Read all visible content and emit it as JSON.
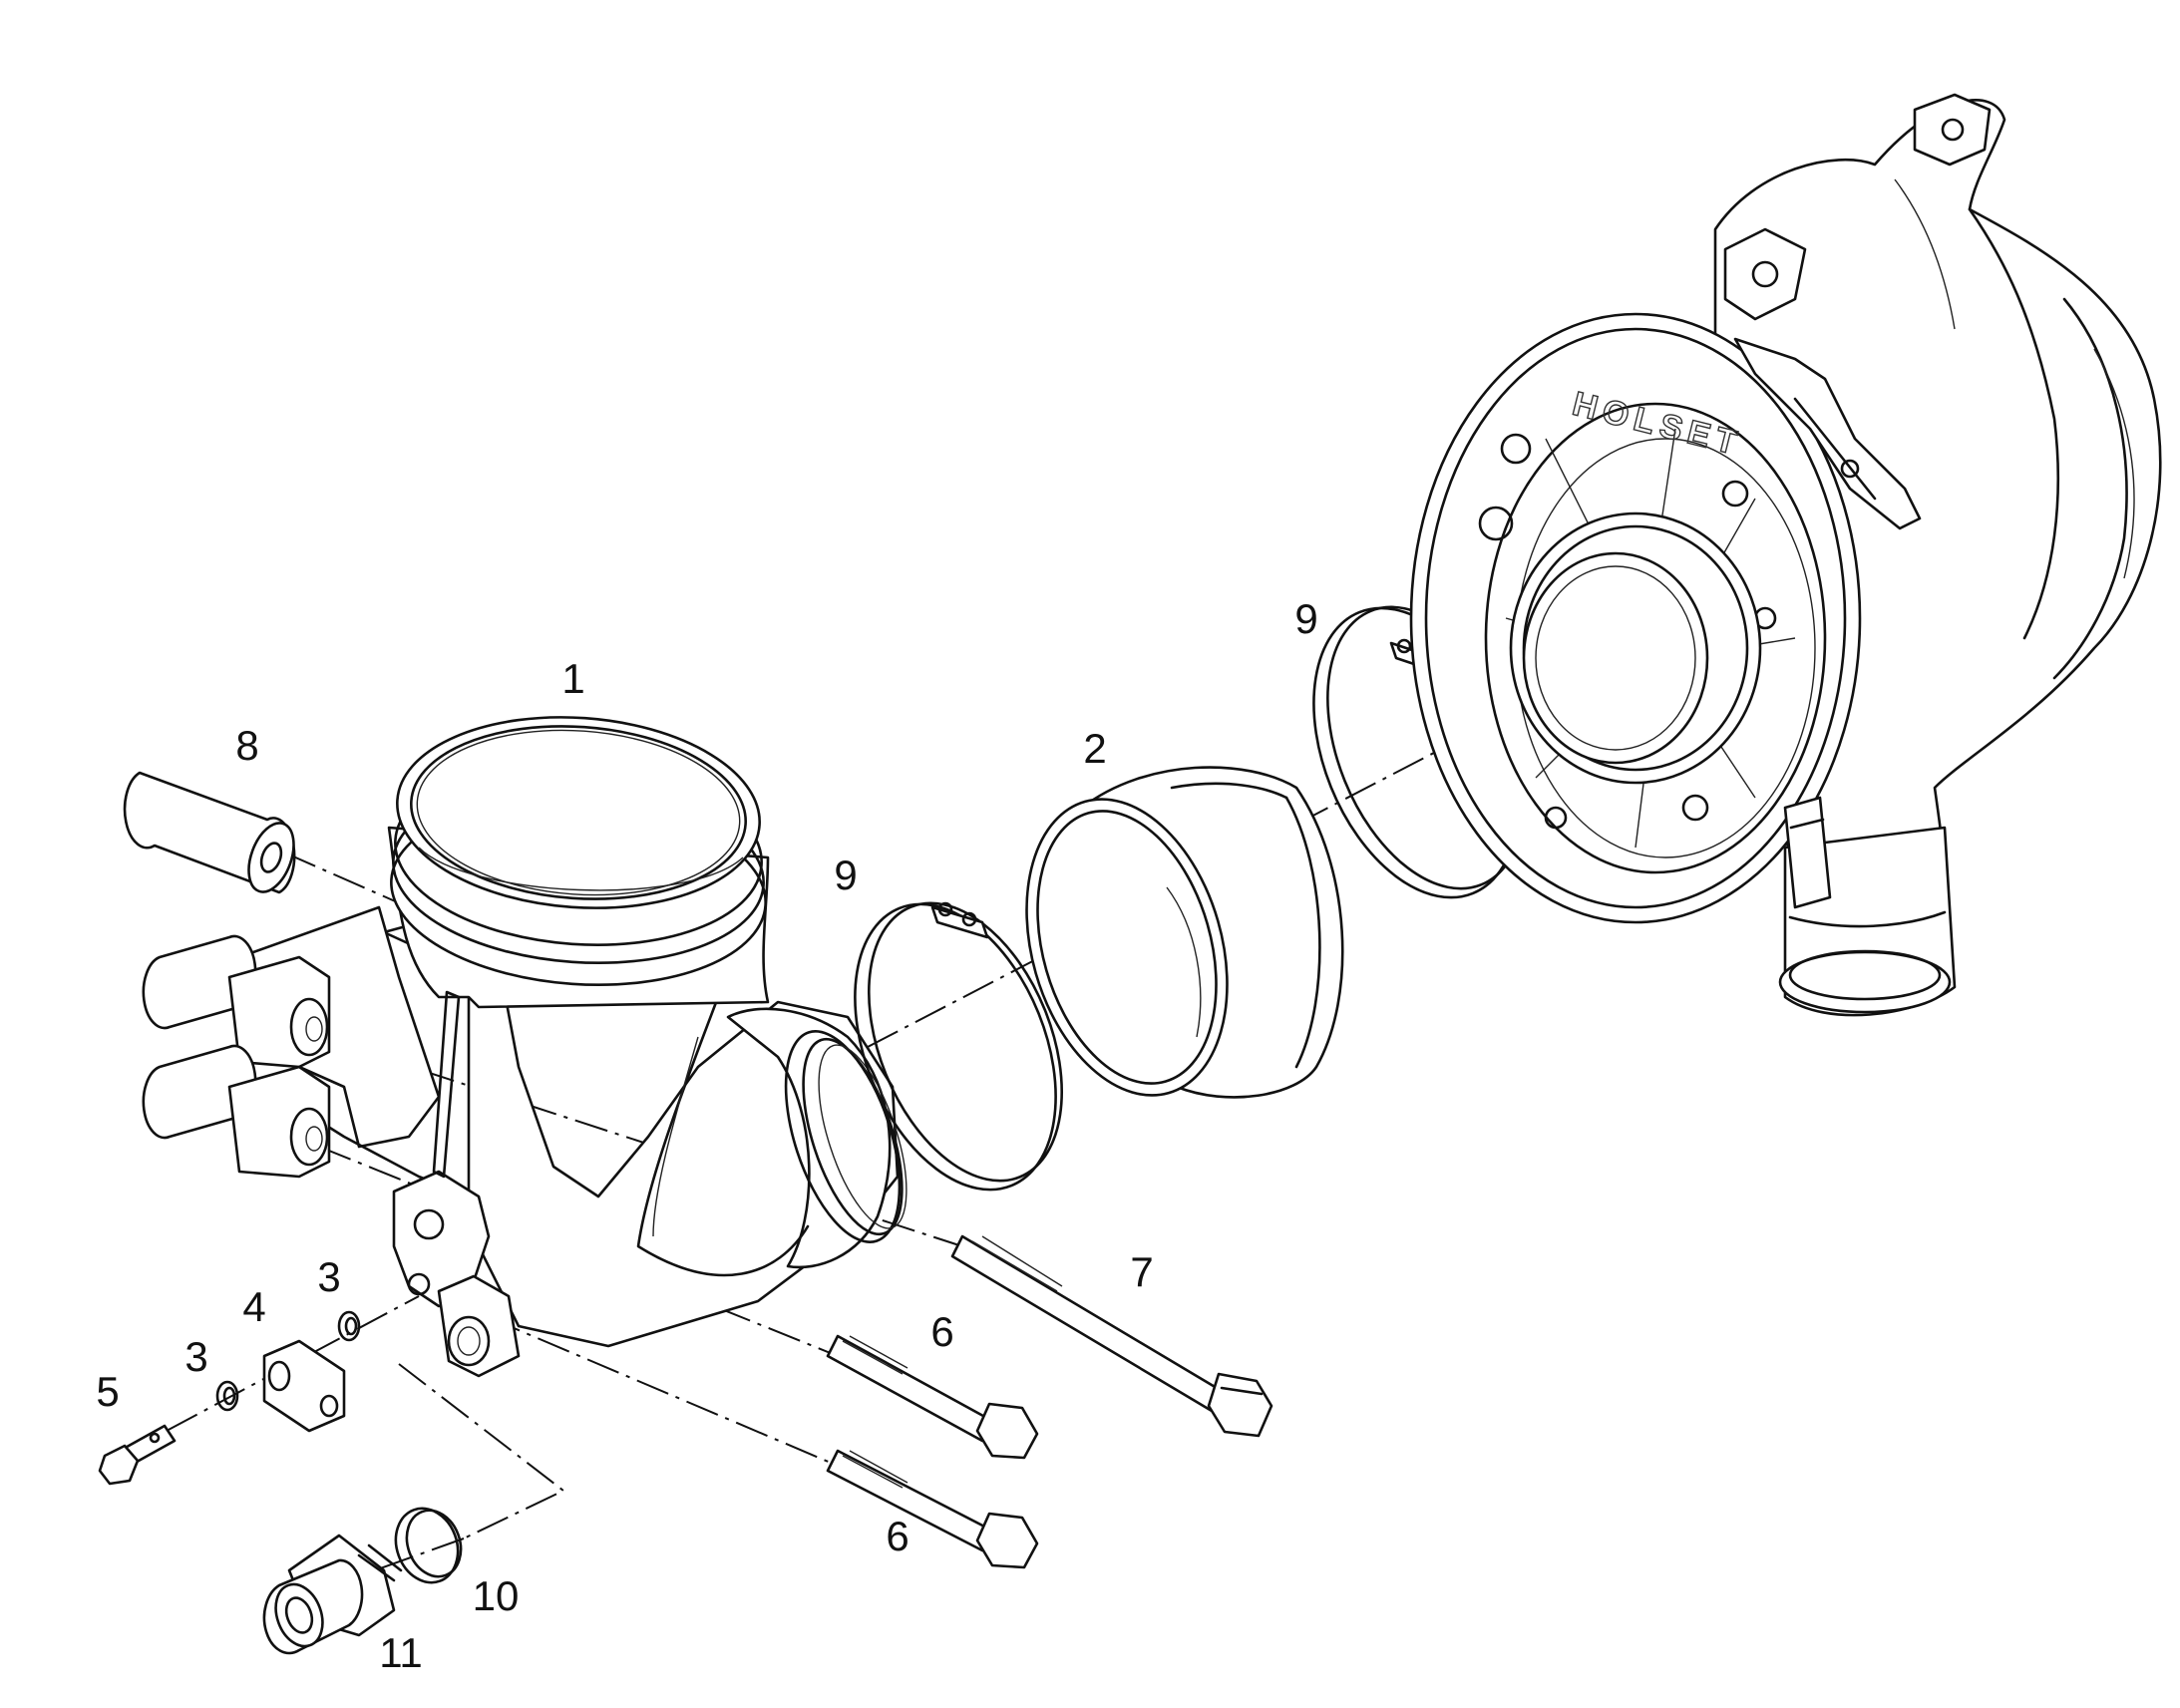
{
  "callouts": [
    {
      "id": "c1",
      "label": "1"
    },
    {
      "id": "c2",
      "label": "2"
    },
    {
      "id": "c3a",
      "label": "3"
    },
    {
      "id": "c3b",
      "label": "3"
    },
    {
      "id": "c4",
      "label": "4"
    },
    {
      "id": "c5",
      "label": "5"
    },
    {
      "id": "c6a",
      "label": "6"
    },
    {
      "id": "c6b",
      "label": "6"
    },
    {
      "id": "c7",
      "label": "7"
    },
    {
      "id": "c8",
      "label": "8"
    },
    {
      "id": "c9a",
      "label": "9"
    },
    {
      "id": "c9b",
      "label": "9"
    },
    {
      "id": "c10",
      "label": "10"
    },
    {
      "id": "c11",
      "label": "11"
    }
  ],
  "turbo_brand": "HOLSET",
  "colors": {
    "line": "#111111",
    "background": "#ffffff"
  }
}
